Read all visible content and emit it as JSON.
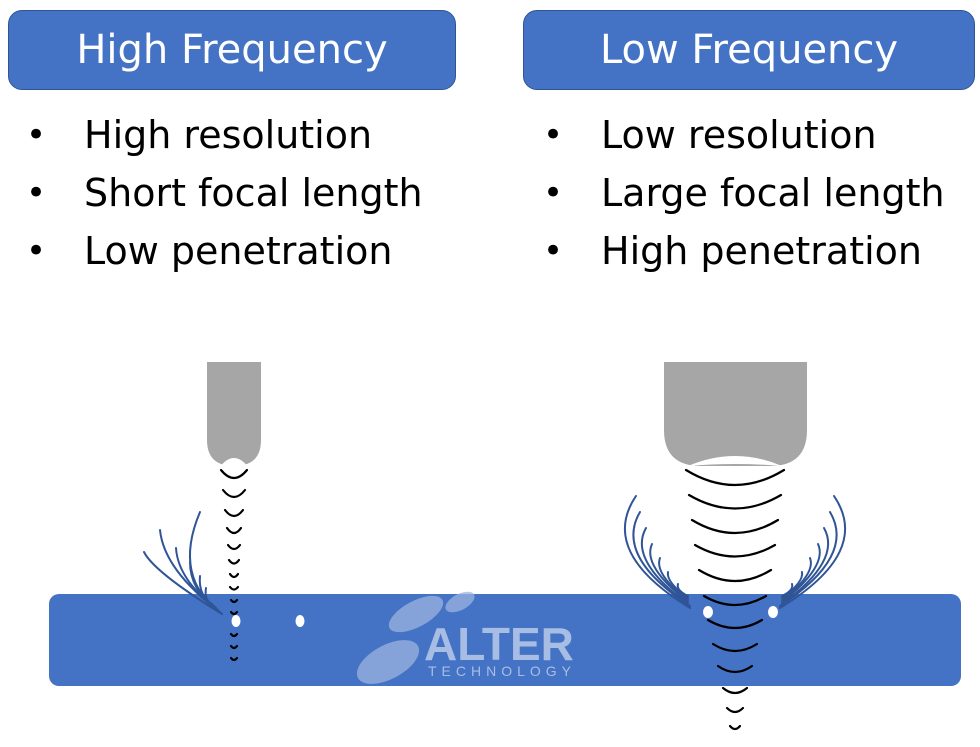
{
  "columns": [
    {
      "header": "High Frequency",
      "bullets": [
        "High resolution",
        "Short focal length",
        "Low penetration"
      ]
    },
    {
      "header": "Low Frequency",
      "bullets": [
        "Low resolution",
        "Large focal length",
        "High penetration"
      ]
    }
  ],
  "bullet_glyph": "•",
  "logo": {
    "name": "ALTER",
    "sub": "TECHNOLOGY"
  },
  "colors": {
    "header_fill": "#4472C4",
    "header_border": "#2F5597",
    "sample_fill": "#4472C4",
    "transducer": "#A6A6A6",
    "wave_reflect": "#2F5597"
  }
}
